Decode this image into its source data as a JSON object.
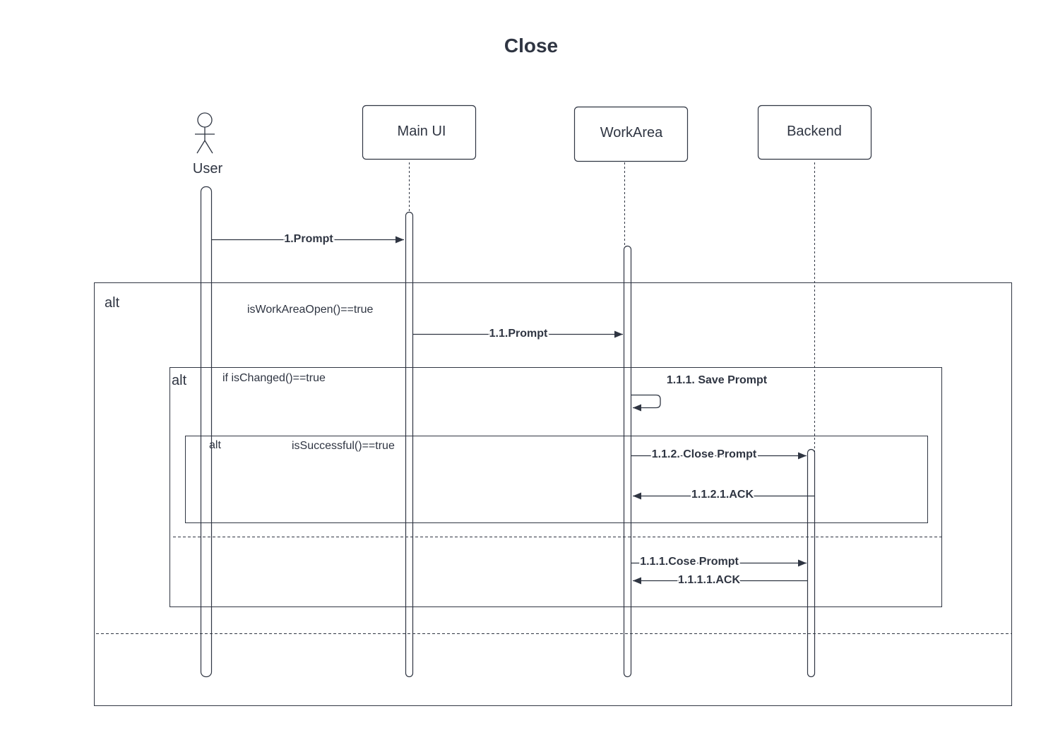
{
  "title": "Close",
  "participants": {
    "user": "User",
    "main_ui": "Main UI",
    "workarea": "WorkArea",
    "backend": "Backend"
  },
  "frames": {
    "outer": {
      "operator": "alt",
      "guard": "isWorkAreaOpen()==true"
    },
    "middle": {
      "operator": "alt",
      "guard": "if isChanged()==true"
    },
    "inner": {
      "operator": "alt",
      "guard": "isSuccessful()==true"
    }
  },
  "messages": {
    "m1": "1.Prompt",
    "m1_1": "1.1.Prompt",
    "m1_1_1": "1.1.1. Save Prompt",
    "m1_1_2": "1.1.2. Close Prompt",
    "m1_1_2_1": "1.1.2.1.ACK",
    "m1_1_1_b": "1.1.1.Cose Prompt",
    "m1_1_1_1": "1.1.1.1.ACK"
  },
  "colors": {
    "stroke": "#2f3542",
    "text": "#2f3542",
    "background": "#ffffff"
  }
}
